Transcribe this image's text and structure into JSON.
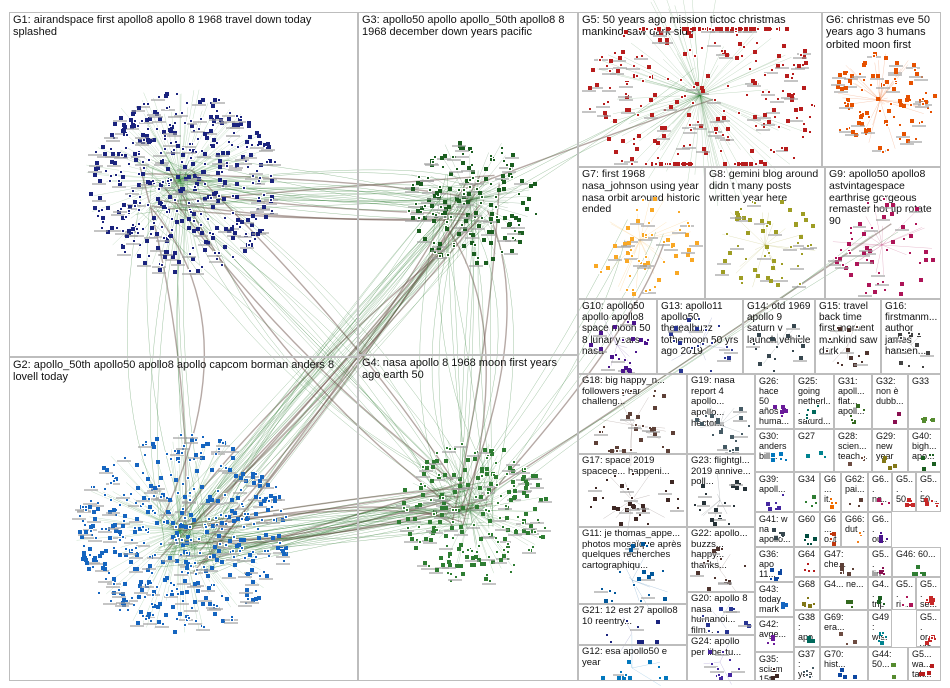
{
  "groups": [
    {
      "id": "G1",
      "label": "G1: airandspace first apollo8 apollo 8 1968 travel down today splashed",
      "color": "#1a237e"
    },
    {
      "id": "G2",
      "label": "G2: apollo_50th apollo50 apollo8 apollo capcom borman anders 8 lovell today",
      "color": "#1565c0"
    },
    {
      "id": "G3",
      "label": "G3: apollo50 apollo apollo_50th apollo8 8 1968 december down years pacific",
      "color": "#1b5e20"
    },
    {
      "id": "G4",
      "label": "G4: nasa apollo 8 1968 moon first years ago earth 50",
      "color": "#2e7d32"
    },
    {
      "id": "G5",
      "label": "G5: 50 years ago mission tictoc christmas mankind saw dark side",
      "color": "#b71c1c"
    },
    {
      "id": "G6",
      "label": "G6: christmas eve 50 years ago 3 humans orbited moon first",
      "color": "#e65100"
    },
    {
      "id": "G7",
      "label": "G7: first 1968 nasa_johnson using year nasa orbit around historic ended",
      "color": "#f9a825"
    },
    {
      "id": "G8",
      "label": "G8: gemini blog around didn t many posts written year here",
      "color": "#9e9d24"
    },
    {
      "id": "G9",
      "label": "G9: apollo50 apollo8 astvintagespace earthrise gorgeous remaster hot tip rotate 90",
      "color": "#ad1457"
    },
    {
      "id": "G10",
      "label": "G10: apollo50 apollo apollo8 space moon 50 8 lunar years nasa",
      "color": "#4a148c"
    },
    {
      "id": "G13",
      "label": "G13: apollo11 apollo50 therealbuzz tothemoon 50 yrs ago 2019",
      "color": "#283593"
    },
    {
      "id": "G14",
      "label": "G14: otd 1969 apollo 9 saturn v launch vehicle",
      "color": "#37474f"
    },
    {
      "id": "G15",
      "label": "G15: travel back time first moment mankind saw dark",
      "color": "#4e342e"
    },
    {
      "id": "G16",
      "label": "G16: firstmanm... author james hansen...",
      "color": "#424242"
    },
    {
      "id": "G18",
      "label": "G18: big happy_n... followers year challeng...",
      "color": "#5d4037"
    },
    {
      "id": "G19",
      "label": "G19: nasa report 4 apollo... apollo... héctor...",
      "color": "#455a64"
    },
    {
      "id": "G26",
      "label": "G26: hace 50 años huma...",
      "color": "#6a1b9a"
    },
    {
      "id": "G25",
      "label": "G25: going netherl... saturd...",
      "color": "#00695c"
    },
    {
      "id": "G31",
      "label": "G31: apoll... flat... apoll...",
      "color": "#33691e"
    },
    {
      "id": "G32",
      "label": "G32: non è dubb...",
      "color": "#880e4f"
    },
    {
      "id": "G33",
      "label": "G33",
      "color": "#558b2f"
    },
    {
      "id": "G30",
      "label": "G30: anders bill...",
      "color": "#0277bd"
    },
    {
      "id": "G27",
      "label": "G27",
      "color": "#00838f"
    },
    {
      "id": "G28",
      "label": "G28: scien... teach...",
      "color": "#6d4c41"
    },
    {
      "id": "G29",
      "label": "G29: new year",
      "color": "#827717"
    },
    {
      "id": "G40",
      "label": "G40: bigh... apo...",
      "color": "#1b5e20"
    },
    {
      "id": "G17",
      "label": "G17: space 2019 spacece... happeni...",
      "color": "#3e2723"
    },
    {
      "id": "G23",
      "label": "G23: flightgl... 2019 annive... poll...",
      "color": "#263238"
    },
    {
      "id": "G39",
      "label": "G39: apoll...",
      "color": "#4527a0"
    },
    {
      "id": "G34",
      "label": "G34",
      "color": "#2e7d32"
    },
    {
      "id": "G6x",
      "label": "G6... it...",
      "color": "#ef6c00"
    },
    {
      "id": "G62",
      "label": "G62: pai...",
      "color": "#5d4037"
    },
    {
      "id": "G6y",
      "label": "G6... na...",
      "color": "#ad1457"
    },
    {
      "id": "G5a",
      "label": "G5... 50...",
      "color": "#c62828"
    },
    {
      "id": "G5b",
      "label": "G5... 50...",
      "color": "#c62828"
    },
    {
      "id": "G11",
      "label": "G11: je thomas_appe... photos mosaïque après quelques recherches cartographiqu...",
      "color": "#01579b"
    },
    {
      "id": "G21",
      "label": "G21: 12 est 27 apollo8 10 reentry...",
      "color": "#1a237e"
    },
    {
      "id": "G22",
      "label": "G22: apollo... buzzs... happy... thanks...",
      "color": "#4e342e"
    },
    {
      "id": "G41",
      "label": "G41: w na apollo...",
      "color": "#37474f"
    },
    {
      "id": "G36",
      "label": "G36: apo 11...",
      "color": "#0d47a1"
    },
    {
      "id": "G60",
      "label": "G60",
      "color": "#004d40"
    },
    {
      "id": "G6z",
      "label": "G6... ont...",
      "color": "#bf360c"
    },
    {
      "id": "G66",
      "label": "G66: dut...",
      "color": "#f57f17"
    },
    {
      "id": "G6w",
      "label": "G6... ou...",
      "color": "#4a148c"
    },
    {
      "id": "G43",
      "label": "G43: today mark",
      "color": "#1565c0"
    },
    {
      "id": "G64",
      "label": "G64",
      "color": "#b71c1c"
    },
    {
      "id": "G47",
      "label": "G47: che...",
      "color": "#5d4037"
    },
    {
      "id": "G5c",
      "label": "G5... lin...",
      "color": "#880e4f"
    },
    {
      "id": "G46",
      "label": "G46: 60...",
      "color": "#2e7d32"
    },
    {
      "id": "G12",
      "label": "G12: esa apollo50 e year",
      "color": "#0277bd"
    },
    {
      "id": "G42",
      "label": "G42: avge...",
      "color": "#6a1b9a"
    },
    {
      "id": "G38",
      "label": "G38: apo",
      "color": "#00695c"
    },
    {
      "id": "G68",
      "label": "G68",
      "color": "#827717"
    },
    {
      "id": "G4a",
      "label": "G4... ne...",
      "color": "#33691e"
    },
    {
      "id": "G4b",
      "label": "G4... tripu...",
      "color": "#1b5e20"
    },
    {
      "id": "G5d",
      "label": "G5... ri...",
      "color": "#ad1457"
    },
    {
      "id": "G5e",
      "label": "G5... se... gr...",
      "color": "#c62828"
    },
    {
      "id": "G20",
      "label": "G20: apollo 8 nasa humanoi... film...",
      "color": "#283593"
    },
    {
      "id": "G24",
      "label": "G24: apollo per libertu...",
      "color": "#4527a0"
    },
    {
      "id": "G35",
      "label": "G35: sciam 15t...",
      "color": "#3e2723"
    },
    {
      "id": "G37",
      "label": "G37: yea 1st",
      "color": "#455a64"
    },
    {
      "id": "G69",
      "label": "G69: era...",
      "color": "#6d4c41"
    },
    {
      "id": "G70",
      "label": "G70: hist...",
      "color": "#0d47a1"
    },
    {
      "id": "G49",
      "label": "G49: wis...",
      "color": "#00838f"
    },
    {
      "id": "G5f",
      "label": "G5... or... vie...",
      "color": "#c62828"
    },
    {
      "id": "G44",
      "label": "G44: 50...",
      "color": "#558b2f"
    },
    {
      "id": "G5g",
      "label": "G5... wa... tak...",
      "color": "#b71c1c"
    }
  ]
}
